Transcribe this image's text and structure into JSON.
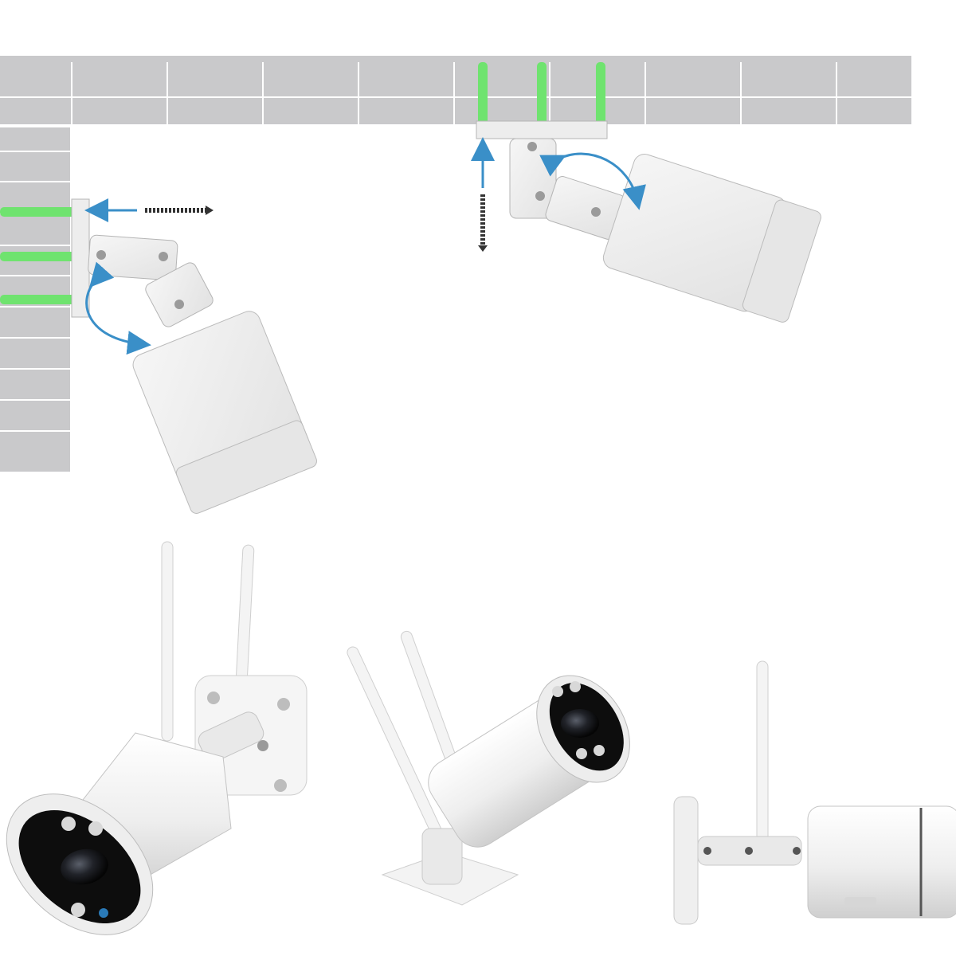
{
  "image": {
    "panels": [
      {
        "id": "wall-mount",
        "depicts": "bullet-camera-wall-mount"
      },
      {
        "id": "ceiling-mount",
        "depicts": "bullet-camera-ceiling-mount"
      },
      {
        "id": "camera-front",
        "depicts": "wifi-bullet-camera-front-view"
      },
      {
        "id": "camera-angled",
        "depicts": "wifi-bullet-camera-angled-view"
      },
      {
        "id": "camera-side",
        "depicts": "wifi-bullet-camera-side-view"
      }
    ],
    "colors": {
      "wall": "#c9c9cb",
      "wall_lines": "#ffffff",
      "anchor": "#6fe36f",
      "arrow": "#3a8fc8",
      "camera_body": "#eeeeee",
      "camera_outline": "#bdbdbd",
      "lens_bezel": "#111111",
      "led": "#d8d8d8"
    }
  }
}
